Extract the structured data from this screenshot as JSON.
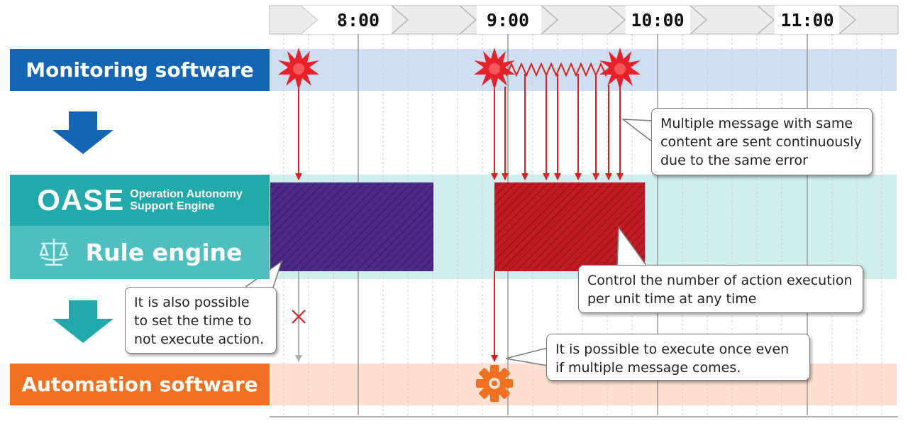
{
  "timeline": {
    "times": [
      "8:00",
      "9:00",
      "10:00",
      "11:00"
    ]
  },
  "lanes": {
    "monitoring": "Monitoring software",
    "oase_logo": "OASE",
    "oase_line1": "Operation Autonomy",
    "oase_line2": "Support Engine",
    "rule_engine": "Rule engine",
    "automation": "Automation software"
  },
  "callouts": {
    "multiple_message": [
      "Multiple message with same",
      "content are sent continuously",
      "due to the same error"
    ],
    "control": [
      "Control the number of action execution",
      "per unit time at any time"
    ],
    "suppress": [
      "It is also possible",
      "to set the time to",
      "not execute action."
    ],
    "execute_once": [
      "It is possible to execute once even",
      "if multiple message comes."
    ]
  },
  "colors": {
    "monitoring": "#1565b5",
    "oase": "#22a9a9",
    "rule_engine": "#4dbfbf",
    "automation": "#f07020",
    "suppress_block": "#4b2a8a",
    "control_block": "#c01a22",
    "arrow_red": "#e02020"
  }
}
